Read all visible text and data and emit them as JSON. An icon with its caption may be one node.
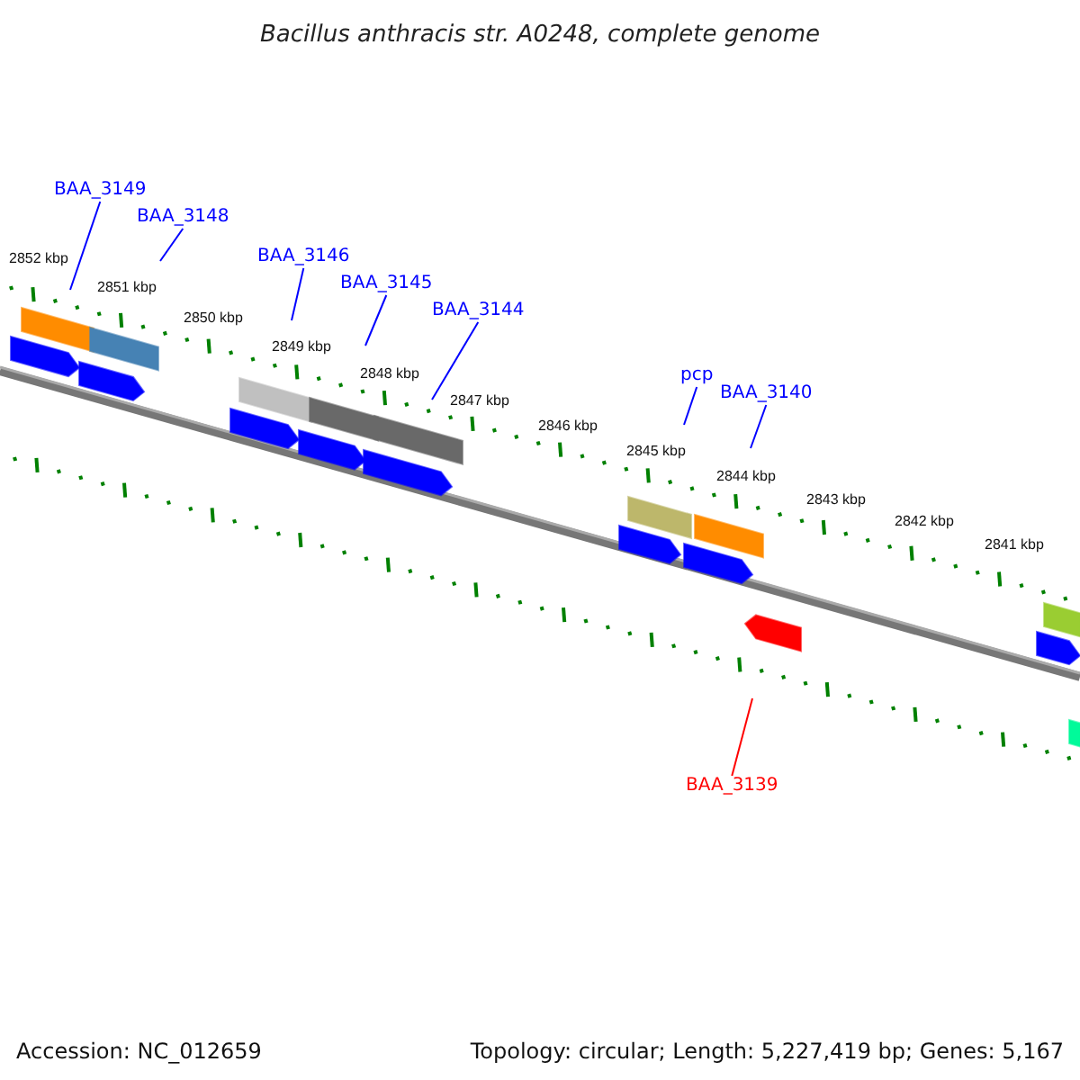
{
  "diagram": {
    "title": "Bacillus anthracis str. A0248, complete genome",
    "nodes": [
      {
        "text": [
          "BAA_3149"
        ]
      },
      {
        "text": [
          "BAA_3148"
        ]
      },
      {
        "text": [
          "BAA_3146"
        ]
      },
      {
        "text": [
          "BAA_3145"
        ]
      },
      {
        "text": [
          "BAA_3144"
        ]
      },
      {
        "text": [
          "pcp"
        ]
      },
      {
        "text": [
          "BAA_3140"
        ]
      },
      {
        "text": [
          "BAA_3139"
        ]
      }
    ],
    "edges": [
      {
        "from": 0,
        "to": null,
        "arrow": "none"
      },
      {
        "from": 1,
        "to": null,
        "arrow": "none"
      },
      {
        "from": 2,
        "to": null,
        "arrow": "none"
      },
      {
        "from": 3,
        "to": null,
        "arrow": "none"
      },
      {
        "from": 4,
        "to": null,
        "arrow": "none"
      },
      {
        "from": 5,
        "to": null,
        "arrow": "none"
      },
      {
        "from": 6,
        "to": null,
        "arrow": "none"
      },
      {
        "from": 7,
        "to": null,
        "arrow": "none",
        "color": "#ff0000"
      }
    ],
    "labels": [
      "2852 kbp",
      "2851 kbp",
      "2850 kbp",
      "2849 kbp",
      "2848 kbp",
      "2847 kbp",
      "2846 kbp",
      "2845 kbp",
      "2844 kbp",
      "2843 kbp",
      "2842 kbp",
      "2841 kbp",
      "Accession: NC_012659",
      "Topology: circular; Length: 5,227,419 bp; Genes: 5,167"
    ]
  }
}
